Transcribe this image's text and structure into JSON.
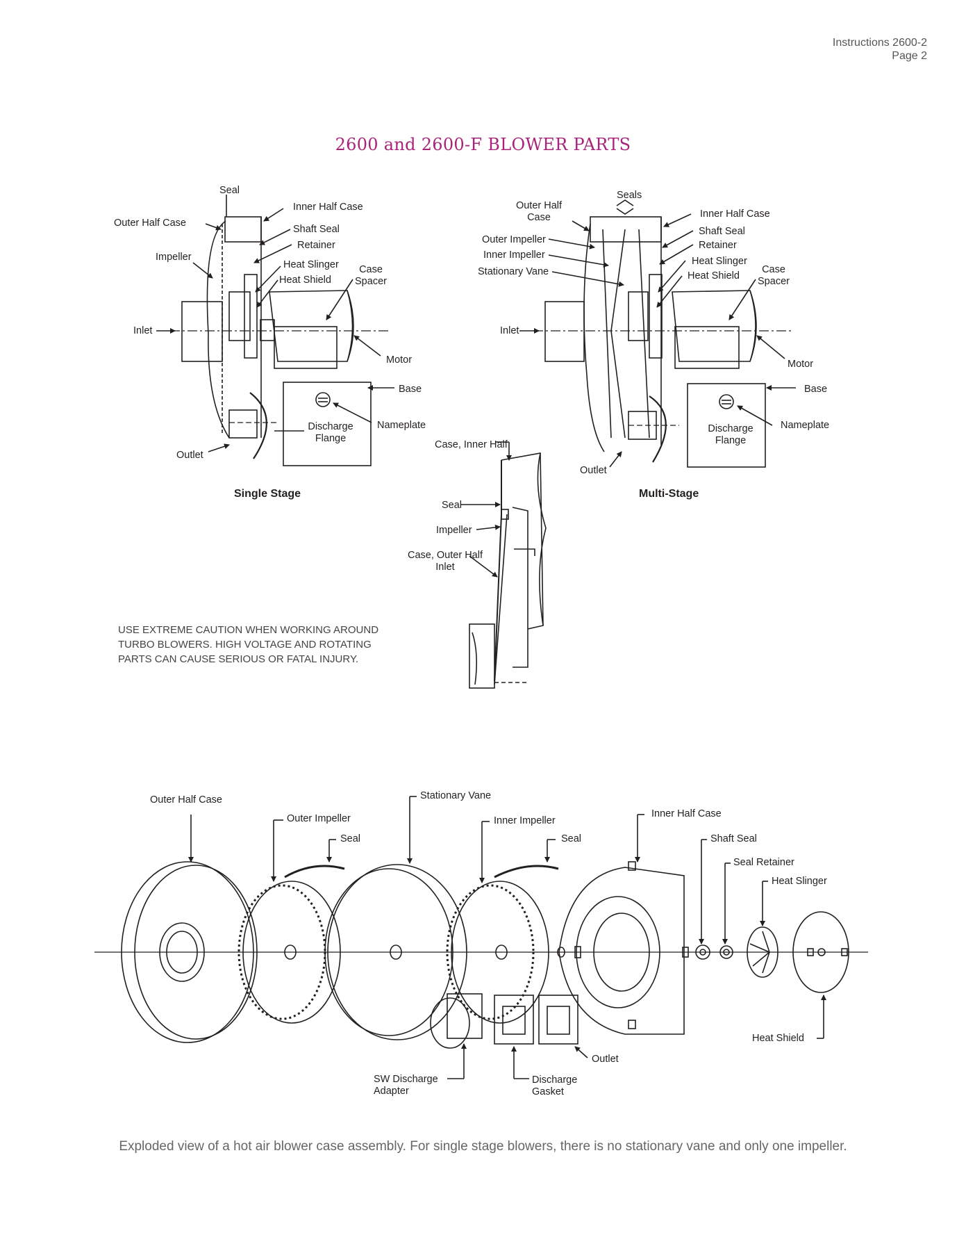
{
  "header": {
    "doc": "Instructions 2600-2",
    "page": "Page 2"
  },
  "title": "2600 and 2600-F BLOWER PARTS",
  "single_stage": {
    "caption": "Single Stage",
    "labels": {
      "seal": "Seal",
      "inner_half_case": "Inner Half Case",
      "outer_half_case": "Outer Half Case",
      "shaft_seal": "Shaft Seal",
      "retainer": "Retainer",
      "impeller": "Impeller",
      "heat_slinger": "Heat Slinger",
      "heat_shield": "Heat Shield",
      "case_spacer_1": "Case",
      "case_spacer_2": "Spacer",
      "inlet": "Inlet",
      "motor": "Motor",
      "base": "Base",
      "nameplate": "Nameplate",
      "discharge_flange_1": "Discharge",
      "discharge_flange_2": "Flange",
      "outlet": "Outlet"
    }
  },
  "multi_stage": {
    "caption": "Multi-Stage",
    "labels": {
      "outer_half_case_1": "Outer Half",
      "outer_half_case_2": "Case",
      "seals": "Seals",
      "inner_half_case": "Inner Half Case",
      "shaft_seal": "Shaft Seal",
      "retainer": "Retainer",
      "outer_impeller": "Outer Impeller",
      "inner_impeller": "Inner Impeller",
      "stationary_vane": "Stationary Vane",
      "heat_slinger": "Heat Slinger",
      "heat_shield": "Heat Shield",
      "case_spacer_1": "Case",
      "case_spacer_2": "Spacer",
      "inlet": "Inlet",
      "motor": "Motor",
      "base": "Base",
      "nameplate": "Nameplate",
      "discharge_flange_1": "Discharge",
      "discharge_flange_2": "Flange",
      "outlet": "Outlet"
    }
  },
  "detail": {
    "labels": {
      "case_inner_half": "Case, Inner Half",
      "seal": "Seal",
      "impeller": "Impeller",
      "case_outer_half_1": "Case, Outer Half",
      "case_outer_half_2": "Inlet"
    }
  },
  "caution": [
    "USE EXTREME CAUTION WHEN WORKING AROUND",
    "TURBO BLOWERS. HIGH VOLTAGE AND ROTATING",
    "PARTS CAN CAUSE SERIOUS OR FATAL INJURY."
  ],
  "exploded": {
    "labels": {
      "outer_half_case": "Outer Half Case",
      "outer_impeller": "Outer Impeller",
      "seal_1": "Seal",
      "stationary_vane": "Stationary Vane",
      "inner_impeller": "Inner Impeller",
      "seal_2": "Seal",
      "inner_half_case": "Inner Half Case",
      "shaft_seal": "Shaft Seal",
      "seal_retainer": "Seal Retainer",
      "heat_slinger": "Heat Slinger",
      "heat_shield": "Heat Shield",
      "outlet": "Outlet",
      "sw_discharge_adapter_1": "SW Discharge",
      "sw_discharge_adapter_2": "Adapter",
      "discharge_gasket_1": "Discharge",
      "discharge_gasket_2": "Gasket"
    }
  },
  "caption": "Exploded view of a hot air blower case assembly. For single stage blowers, there is no stationary vane and only one impeller."
}
